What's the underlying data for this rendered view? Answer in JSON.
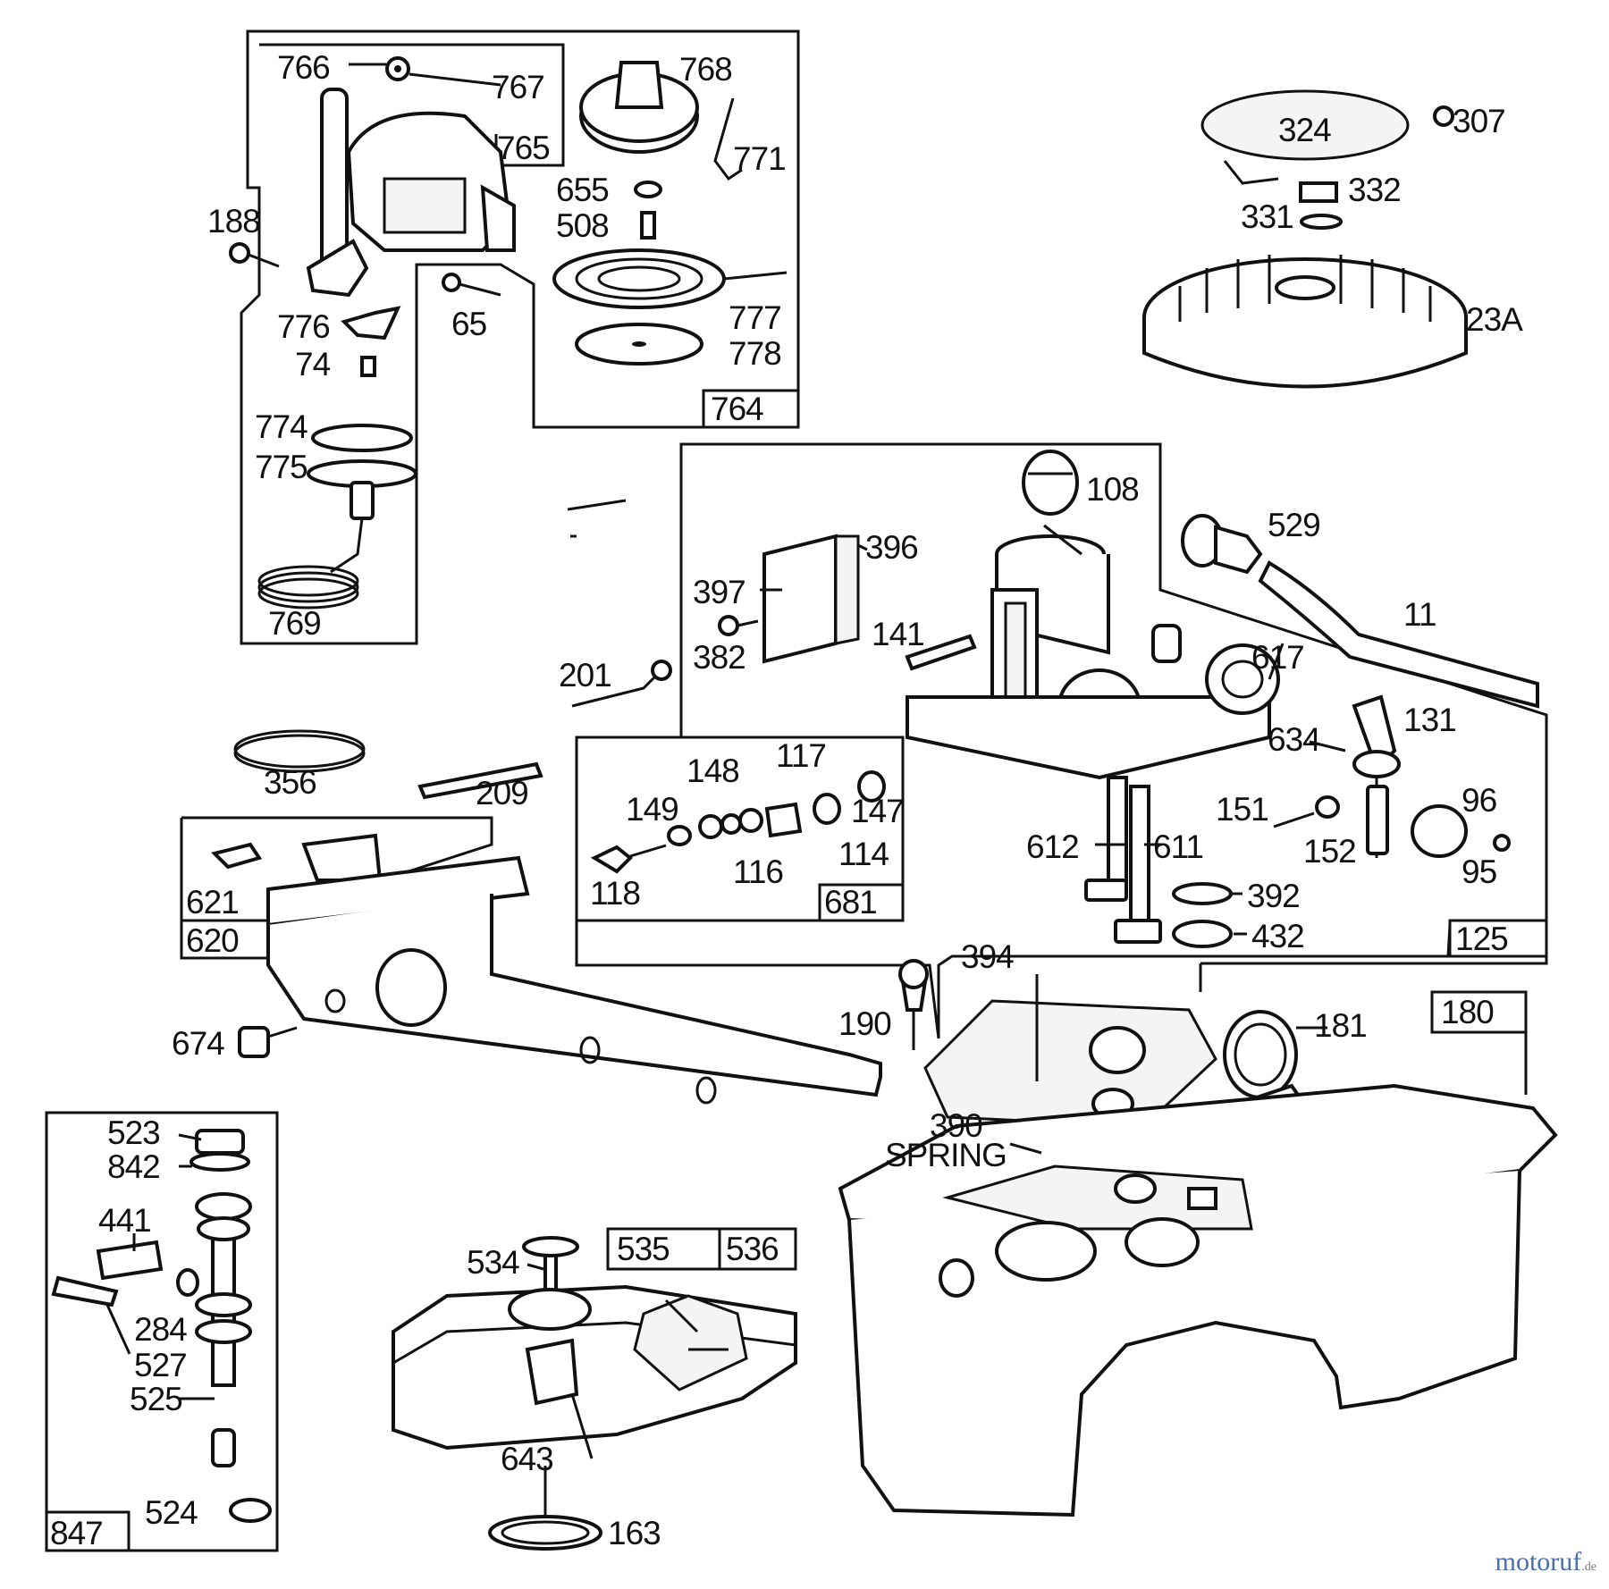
{
  "labels": {
    "l764": "764",
    "l765": "765",
    "l766": "766",
    "l767": "767",
    "l768": "768",
    "l771": "771",
    "l655": "655",
    "l508": "508",
    "l777": "777",
    "l778": "778",
    "l188": "188",
    "l776": "776",
    "l74": "74",
    "l65": "65",
    "l774": "774",
    "l775": "775",
    "l769": "769",
    "l324": "324",
    "l307": "307",
    "l332": "332",
    "l331": "331",
    "l23A": "23A",
    "l108": "108",
    "l529": "529",
    "l11": "11",
    "l396": "396",
    "l397": "397",
    "l382": "382",
    "l141": "141",
    "l617": "617",
    "l201": "201",
    "l131": "131",
    "l634": "634",
    "l96": "96",
    "l95": "95",
    "l151": "151",
    "l152": "152",
    "l612": "612",
    "l611": "611",
    "l392": "392",
    "l432": "432",
    "l125": "125",
    "l117": "117",
    "l148": "148",
    "l149": "149",
    "l147": "147",
    "l114": "114",
    "l116": "116",
    "l118": "118",
    "l681": "681",
    "l356": "356",
    "l209": "209",
    "l621": "621",
    "l620": "620",
    "l674": "674",
    "l190": "190",
    "l394": "394",
    "l181": "181",
    "l180": "180",
    "l390": "390",
    "lspring": "SPRING",
    "l523": "523",
    "l842": "842",
    "l441": "441",
    "l284": "284",
    "l527": "527",
    "l525": "525",
    "l524": "524",
    "l847": "847",
    "l534": "534",
    "l535": "535",
    "l536": "536",
    "l643": "643",
    "l163": "163"
  },
  "watermark": {
    "brand_main": "motoruf",
    "brand_tld": ".de"
  }
}
